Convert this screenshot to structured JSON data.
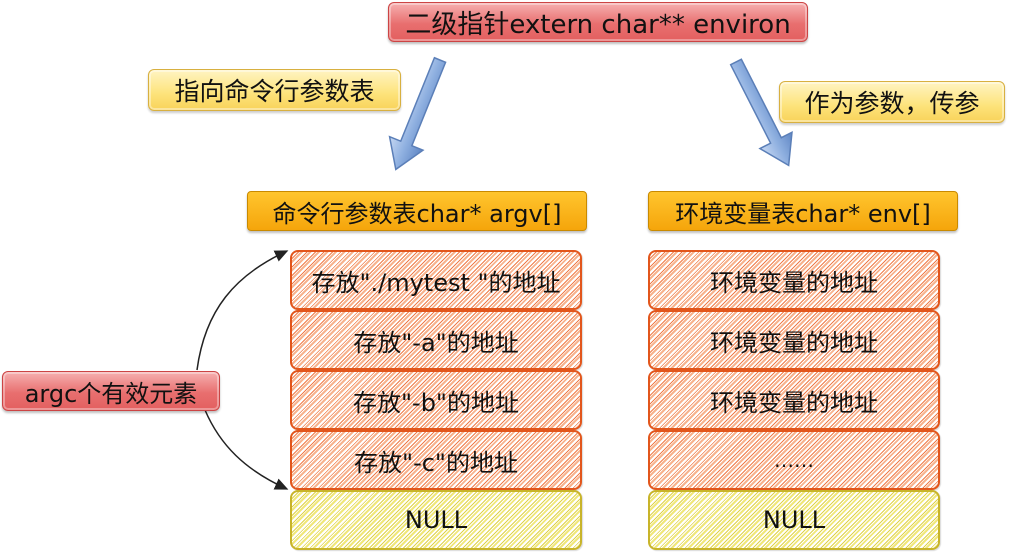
{
  "title": "二级指针extern char** environ",
  "left_arrow_label": "指向命令行参数表",
  "right_arrow_label": "作为参数，传参",
  "argv_table": {
    "header": "命令行参数表char* argv[]",
    "cells": [
      "存放\"./mytest \"的地址",
      "存放\"-a\"的地址",
      "存放\"-b\"的地址",
      "存放\"-c\"的地址",
      "NULL"
    ]
  },
  "env_table": {
    "header": "环境变量表char* env[]",
    "cells": [
      "环境变量的地址",
      "环境变量的地址",
      "环境变量的地址",
      "……",
      "NULL"
    ]
  },
  "argc_label": "argc个有效元素",
  "colors": {
    "title_box": "#e86f6f",
    "note_box": "#fde37a",
    "table_header": "#f5a50b",
    "cell_stroke": "#e2561c",
    "null_stroke": "#c8b42a",
    "arrow_fill": "#8fb0e0"
  }
}
